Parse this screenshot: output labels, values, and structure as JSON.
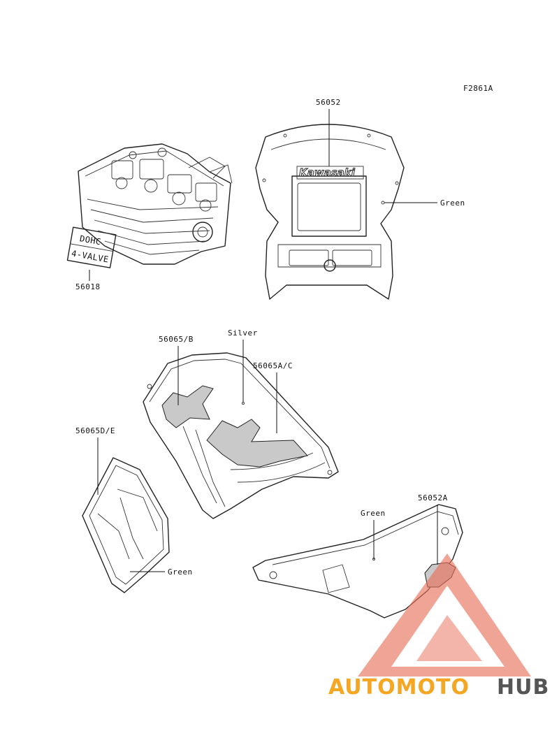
{
  "figure_code": "F2861A",
  "parts": {
    "cylinder_head_decal": {
      "number": "56018",
      "decal_text_1": "DOHC",
      "decal_text_2": "4-VALVE"
    },
    "fairing_emblem": {
      "number": "56052",
      "emblem_text": "Kawasaki",
      "color_note": "Green"
    },
    "tank_silver": {
      "color_note": "Silver"
    },
    "tank_decal_b": {
      "number": "56065/B"
    },
    "tank_decal_ac": {
      "number": "56065A/C"
    },
    "side_cover_decal": {
      "number": "56065D/E",
      "color_note": "Green"
    },
    "lower_cover": {
      "number": "56052A",
      "color_note": "Green"
    }
  },
  "watermark": {
    "part1": "AUTOMOTO",
    "part2": "HUB",
    "color_1": "#f5a623",
    "color_2": "#e8705a",
    "color_3": "#555555"
  }
}
